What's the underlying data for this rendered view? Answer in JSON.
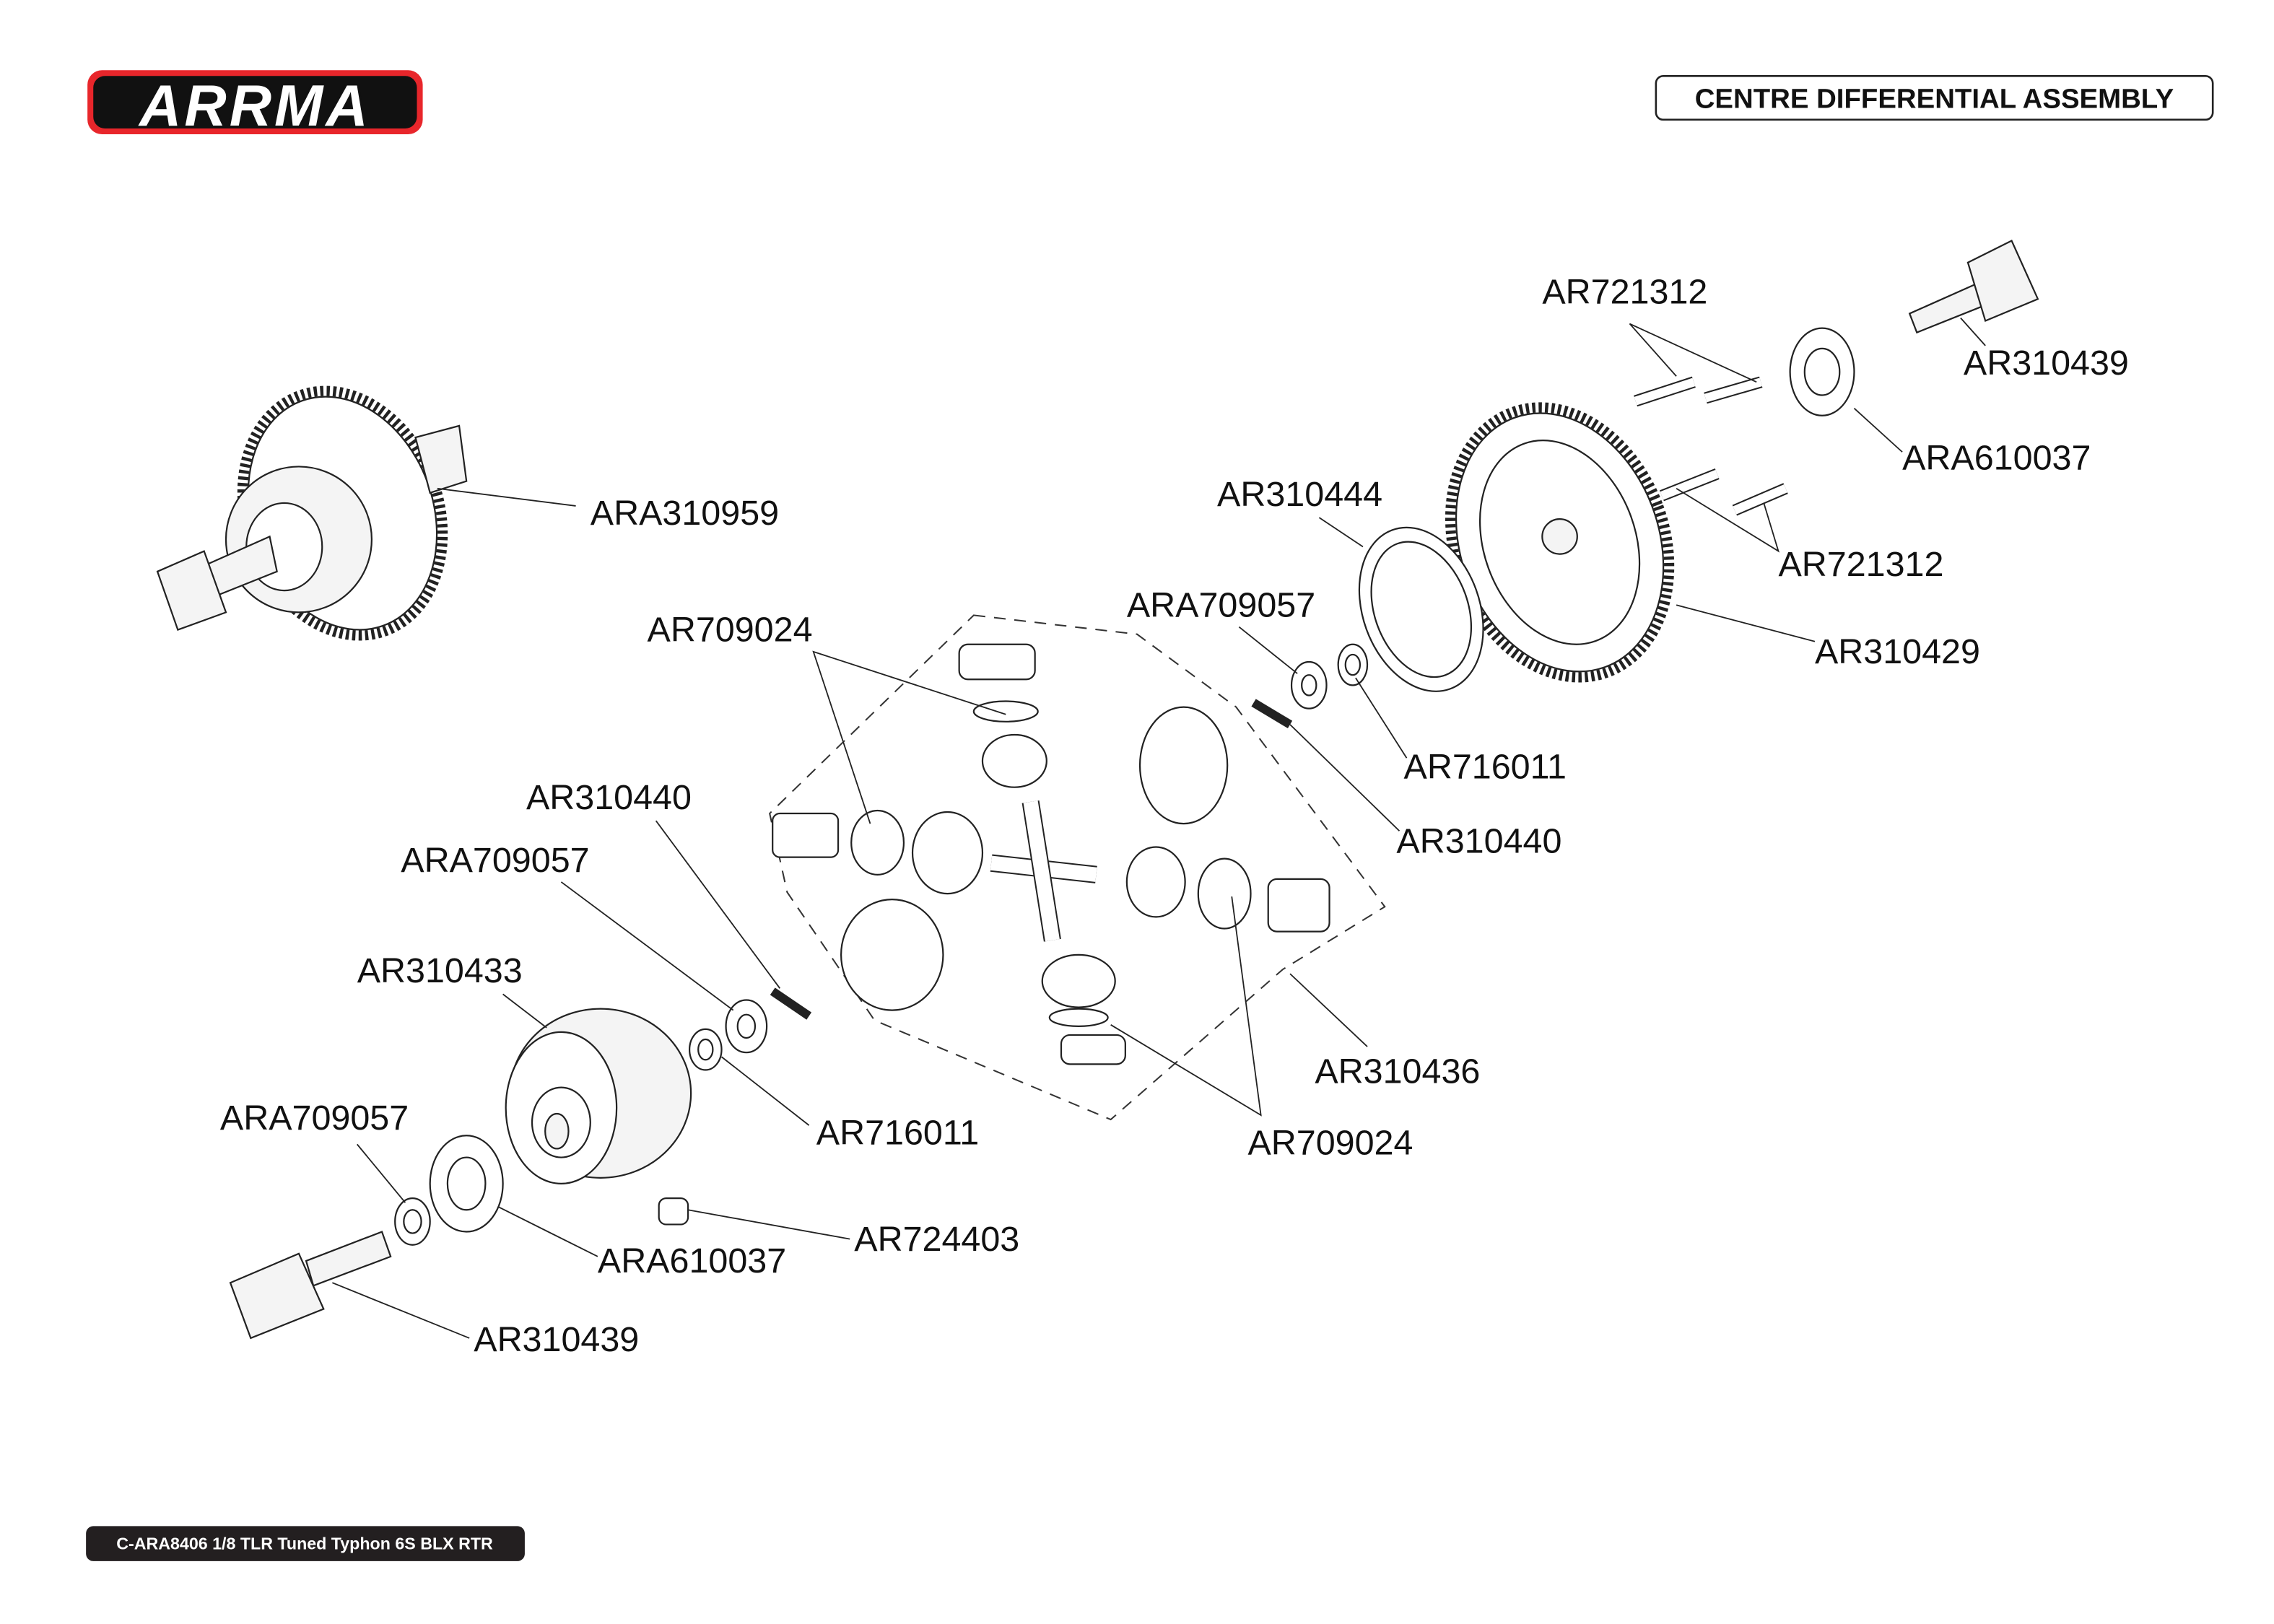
{
  "logo": {
    "text": "ARRMA",
    "colors": {
      "outline": "#e8262b",
      "inner": "#111111",
      "fill": "#ffffff"
    }
  },
  "header": {
    "title": "CENTRE DIFFERENTIAL ASSEMBLY"
  },
  "footer": {
    "text": "C-ARA8406 1/8 TLR Tuned Typhon 6S BLX RTR"
  },
  "labels": {
    "l1": "ARA310959",
    "l2": "AR721312",
    "l3": "AR310439",
    "l4": "ARA610037",
    "l5": "AR310444",
    "l6": "AR721312",
    "l7": "ARA709057",
    "l8": "AR310429",
    "l9": "AR709024",
    "l10": "AR716011",
    "l11": "AR310440",
    "l12": "AR310440",
    "l13": "ARA709057",
    "l14": "AR310433",
    "l15": "AR310436",
    "l16": "ARA709057",
    "l17": "AR716011",
    "l18": "AR709024",
    "l19": "AR724403",
    "l20": "ARA610037",
    "l21": "AR310439"
  }
}
